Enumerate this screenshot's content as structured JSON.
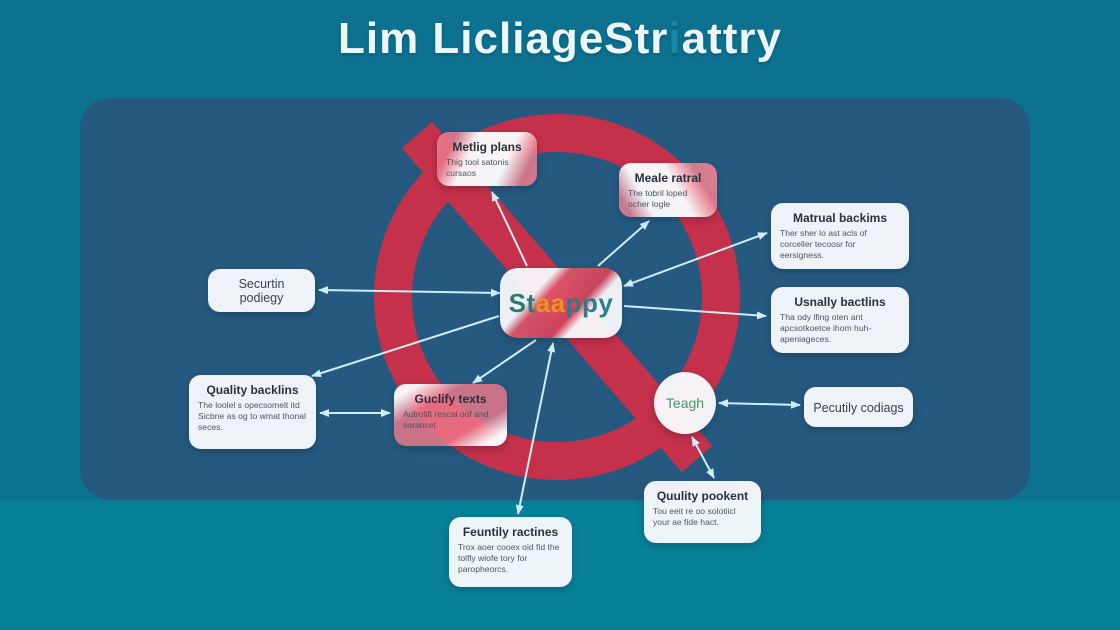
{
  "title": {
    "part1": "Lim LicliageStr",
    "accent": "i",
    "part2": "attry"
  },
  "colors": {
    "background": "#0d7190",
    "background_bottom": "#088098",
    "panel": "#26597f",
    "prohibition_red": "#c5304a",
    "arrow": "#cdeef7",
    "node_background": "#f8fafc",
    "title_text": "#ecf7fa",
    "title_accent": "#1a87a5",
    "node_title_text": "#27303f",
    "node_body_text": "#4b5563",
    "teagh_text": "#3d9e60",
    "staappy_st": "#2f7a6e",
    "staappy_aa": "#e8941f",
    "staappy_ppy": "#2b7f8a"
  },
  "center_node": {
    "st": "St",
    "aa": "aa",
    "ppy": "ppy"
  },
  "teagh_node": {
    "label": "Teagh"
  },
  "nodes": {
    "metlig_plans": {
      "title": "Metlig plans",
      "body": "Thig tool satonis cursaos"
    },
    "meale_ratral": {
      "title": "Meale ratral",
      "body": "The tobril loped ocher logle"
    },
    "matrual_backims": {
      "title": "Matrual backims",
      "body": "Ther sher lo ast acls of corceller tecoosr for eersigness."
    },
    "usnally_bactlins": {
      "title": "Usnally bactlins",
      "body": "Tha ody lfing oten ant apcsotkoetce ihom huh-apeniageces."
    },
    "securtin_podiegy": {
      "title": "Securtin podiegy"
    },
    "quality_backlins": {
      "title": "Quality backlins",
      "body": "The loolel s opecsomelt itd Sicbne as og to wmat thonal seces."
    },
    "guclify_texts": {
      "title": "Guclify texts",
      "body": "Autrolift rescal oof and sorancet"
    },
    "pecutily_codiags": {
      "title": "Pecutily codiags"
    },
    "quality_pookent": {
      "title": "Quulity pookent",
      "body": "Tou eeit re oo solotiicl your ae fide hact."
    },
    "feuntily_ractines": {
      "title": "Feuntily ractines",
      "body": "Trox aoer cooex oid fid the tolfly wiofe tory for paropheorcs."
    }
  }
}
